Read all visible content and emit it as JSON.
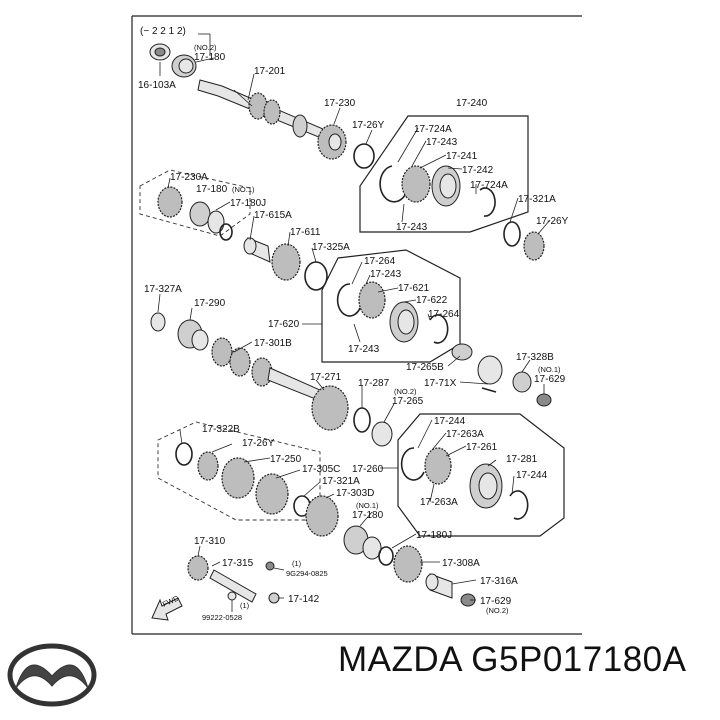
{
  "diagram": {
    "group_code": "(− 2 2 1 2)",
    "labels": {
      "l16_103A": "16-103A",
      "no2_top": "(NO.2)",
      "l17_180_top": "17-180",
      "l17_201": "17-201",
      "l17_230": "17-230",
      "l17_26Y_a": "17-26Y",
      "l17_240": "17-240",
      "l17_724A_a": "17-724A",
      "l17_243_a": "17-243",
      "l17_241": "17-241",
      "l17_242": "17-242",
      "l17_724A_b": "17-724A",
      "l17_243_b": "17-243",
      "l17_321A_a": "17-321A",
      "l17_26Y_b": "17-26Y",
      "l17_230A": "17-230A",
      "l17_180_no1": "17-180",
      "no1_a": "(NO.1)",
      "l17_180J_a": "17-180J",
      "l17_615A": "17-615A",
      "l17_611": "17-611",
      "l17_325A": "17-325A",
      "l17_264_a": "17-264",
      "l17_243_c": "17-243",
      "l17_621": "17-621",
      "l17_622": "17-622",
      "l17_264_b": "17-264",
      "l17_620": "17-620",
      "l17_243_d": "17-243",
      "l17_327A": "17-327A",
      "l17_290": "17-290",
      "l17_301B": "17-301B",
      "l17_265B": "17-265B",
      "l17_328B": "17-328B",
      "no1_b": "(NO.1)",
      "l17_629_a": "17-629",
      "l17_71X": "17-71X",
      "l17_271": "17-271",
      "l17_287": "17-287",
      "no2_b": "(NO.2)",
      "l17_265": "17-265",
      "l17_322B": "17-322B",
      "l17_26Y_c": "17-26Y",
      "l17_250": "17-250",
      "l17_305C": "17-305C",
      "l17_244_a": "17-244",
      "l17_263A_a": "17-263A",
      "l17_261": "17-261",
      "l17_260": "17-260",
      "l17_281": "17-281",
      "l17_244_b": "17-244",
      "l17_263A_b": "17-263A",
      "l17_321A_b": "17-321A",
      "l17_303D": "17-303D",
      "no1_c": "(NO.1)",
      "l17_180_c": "17-180",
      "l17_180J_b": "17-180J",
      "l17_310": "17-310",
      "l17_315": "17-315",
      "l9G294": "9G294-0825",
      "c1_a": "(1)",
      "l17_308A": "17-308A",
      "l17_316A": "17-316A",
      "l17_142": "17-142",
      "l99222": "99222-0528",
      "c1_b": "(1)",
      "l17_629_b": "17-629",
      "no2_c": "(NO.2)",
      "fwd": "FWD"
    }
  },
  "caption": {
    "part_number": "MAZDA G5P017180A"
  },
  "brand": {
    "logo_icon": "mazda-logo-icon"
  }
}
